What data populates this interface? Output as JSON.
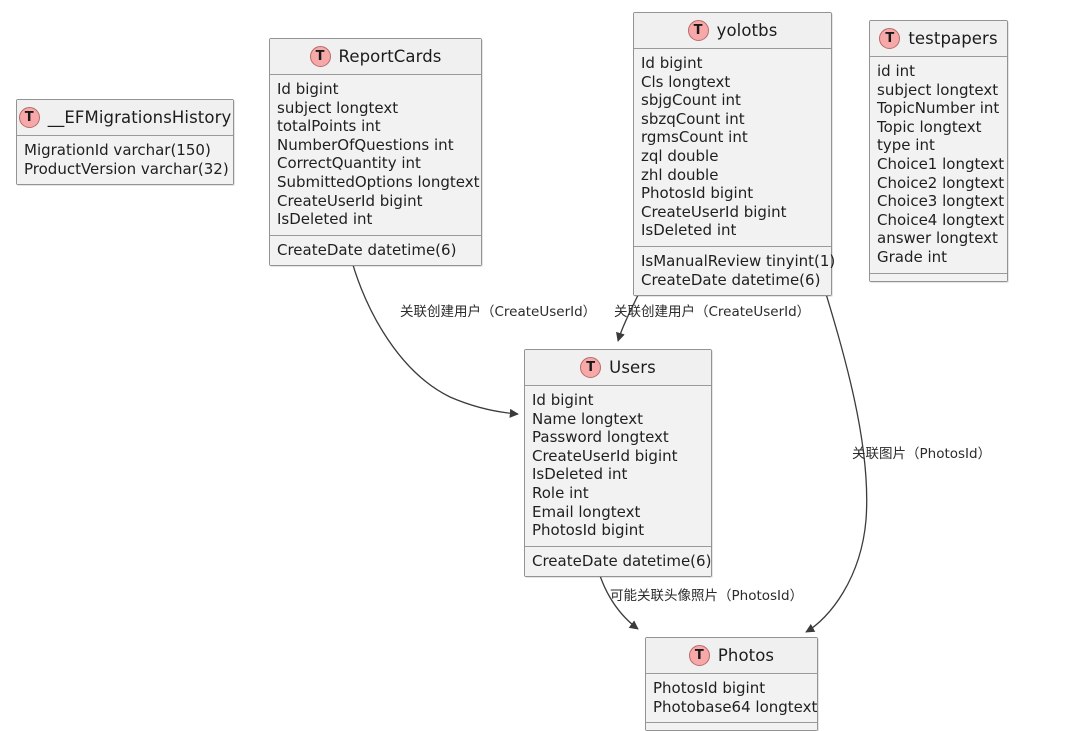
{
  "diagram": {
    "kind": "er-diagram",
    "background_color": "#ffffff",
    "entity_fill": "#f2f2f2",
    "entity_border": "#939393",
    "icon_color": "#f7a8a8",
    "icon_border": "#b86a6a",
    "icon_glyph": "T",
    "icon_name": "table-icon",
    "edge_color": "#3b3b3b"
  },
  "entities": [
    {
      "id": "efmigrations",
      "name": "__EFMigrationsHistory",
      "fields": [
        "MigrationId varchar(150)",
        "ProductVersion varchar(32)"
      ],
      "footer_fields": []
    },
    {
      "id": "reportcards",
      "name": "ReportCards",
      "fields": [
        "Id bigint",
        "subject longtext",
        "totalPoints int",
        "NumberOfQuestions int",
        "CorrectQuantity int",
        "SubmittedOptions longtext",
        "CreateUserId bigint",
        "IsDeleted int"
      ],
      "footer_fields": [
        "CreateDate datetime(6)"
      ]
    },
    {
      "id": "yolotbs",
      "name": "yolotbs",
      "fields": [
        "Id bigint",
        "Cls longtext",
        "sbjgCount int",
        "sbzqCount int",
        "rgmsCount int",
        "zql double",
        "zhl double",
        "PhotosId bigint",
        "CreateUserId bigint",
        "IsDeleted int"
      ],
      "footer_fields": [
        "IsManualReview tinyint(1)",
        "CreateDate datetime(6)"
      ]
    },
    {
      "id": "testpapers",
      "name": "testpapers",
      "fields": [
        "id int",
        "subject longtext",
        "TopicNumber int",
        "Topic longtext",
        "type int",
        "Choice1 longtext",
        "Choice2 longtext",
        "Choice3 longtext",
        "Choice4 longtext",
        "answer longtext",
        "Grade int"
      ],
      "footer_fields": []
    },
    {
      "id": "users",
      "name": "Users",
      "fields": [
        "Id bigint",
        "Name longtext",
        "Password longtext",
        "CreateUserId bigint",
        "IsDeleted int",
        "Role int",
        "Email longtext",
        "PhotosId bigint"
      ],
      "footer_fields": [
        "CreateDate datetime(6)"
      ]
    },
    {
      "id": "photos",
      "name": "Photos",
      "fields": [
        "PhotosId bigint",
        "Photobase64 longtext"
      ],
      "footer_fields": []
    }
  ],
  "relations": [
    {
      "id": "reportcards-users",
      "from": "reportcards",
      "to": "users",
      "label": "关联创建用户（CreateUserId）"
    },
    {
      "id": "yolotbs-users",
      "from": "yolotbs",
      "to": "users",
      "label": "关联创建用户（CreateUserId）"
    },
    {
      "id": "yolotbs-photos",
      "from": "yolotbs",
      "to": "photos",
      "label": "关联图片（PhotosId）"
    },
    {
      "id": "users-photos",
      "from": "users",
      "to": "photos",
      "label": "可能关联头像照片（PhotosId）"
    }
  ]
}
